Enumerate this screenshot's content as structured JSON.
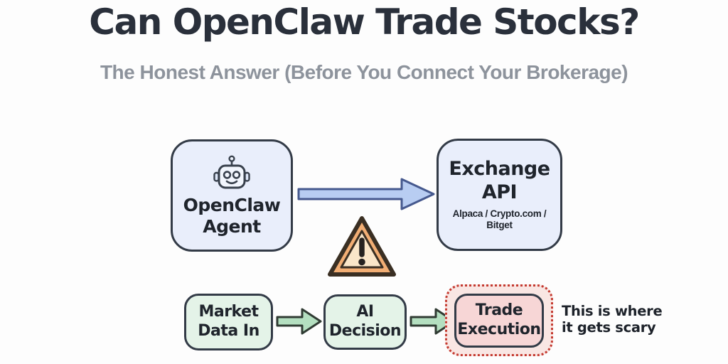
{
  "header": {
    "title": "Can OpenClaw Trade Stocks?",
    "subtitle": "The Honest Answer (Before You Connect Your Brokerage)"
  },
  "diagram": {
    "agent": {
      "icon": "robot-icon",
      "line1": "OpenClaw",
      "line2": "Agent"
    },
    "api_arrow": {
      "icon": "arrow-right-icon"
    },
    "exchange": {
      "line1": "Exchange",
      "line2": "API",
      "providers_line1": "Alpaca / Crypto.com /",
      "providers_line2": "Bitget"
    },
    "warning": {
      "icon": "warning-triangle-icon"
    },
    "pipeline": {
      "market": {
        "line1": "Market",
        "line2": "Data In"
      },
      "arrow1": {
        "icon": "arrow-right-icon"
      },
      "ai": {
        "line1": "AI",
        "line2": "Decision"
      },
      "arrow2": {
        "icon": "arrow-right-icon"
      },
      "trade": {
        "line1": "Trade",
        "line2": "Execution"
      },
      "annotation": {
        "line1": "This is where",
        "line2": "it gets scary"
      }
    },
    "colors": {
      "ink": "#2a303b",
      "subtitle_gray": "#8d939c",
      "box_blue": "#e9eefb",
      "box_green": "#e4f3e8",
      "box_pink": "#f7d6d6",
      "danger_red": "#c43a30",
      "arrow_blue": "#b8cdf2",
      "arrow_blue_stroke": "#46598e",
      "arrow_green": "#b4dfc0",
      "warning_orange": "#f2ae74",
      "warning_cream": "#fae6c9",
      "outline_dark": "#333b47"
    }
  }
}
